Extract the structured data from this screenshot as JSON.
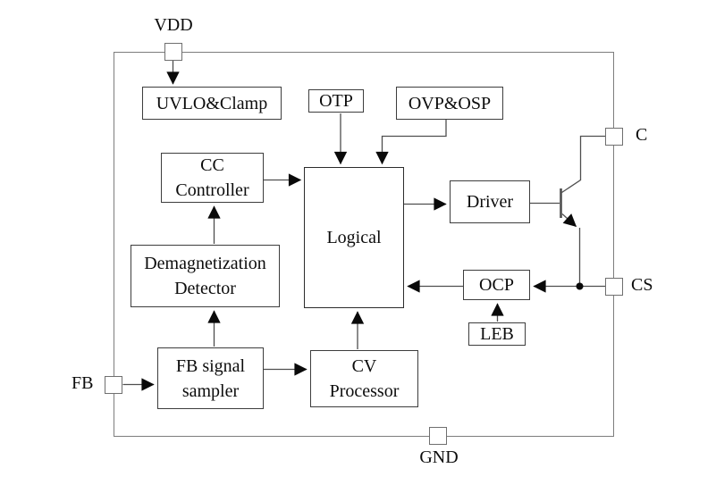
{
  "blocks": {
    "uvlo_clamp": "UVLO&Clamp",
    "otp": "OTP",
    "ovp_osp": "OVP&OSP",
    "cc_controller": "CC\nController",
    "logical": "Logical",
    "driver": "Driver",
    "demagnetization_detector": "Demagnetization\nDetector",
    "ocp": "OCP",
    "leb": "LEB",
    "fb_signal_sampler": "FB signal\nsampler",
    "cv_processor": "CV\nProcessor"
  },
  "pins": {
    "vdd": "VDD",
    "c": "C",
    "cs": "CS",
    "gnd": "GND",
    "fb": "FB"
  },
  "colors": {
    "background": "#ffffff",
    "wire": "#4f4f4f",
    "boundary": "#7d7d7d",
    "arrow": "#0a0a0a",
    "text": "#0c0c0c"
  }
}
